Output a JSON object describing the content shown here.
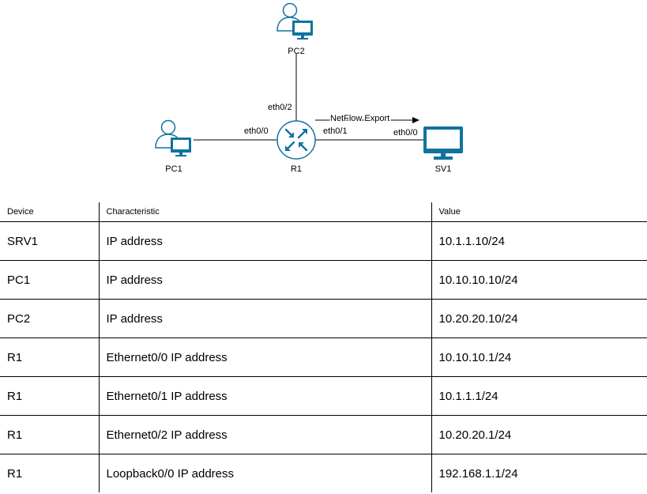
{
  "diagram": {
    "nodes": {
      "pc1": {
        "label": "PC1",
        "icon": "user-workstation-icon"
      },
      "pc2": {
        "label": "PC2",
        "icon": "user-workstation-icon"
      },
      "r1": {
        "label": "R1",
        "icon": "router-icon"
      },
      "sv1": {
        "label": "SV1",
        "icon": "monitor-icon"
      }
    },
    "links": {
      "pc1_r1": {
        "r1_port": "eth0/0"
      },
      "pc2_r1": {
        "r1_port": "eth0/2"
      },
      "r1_sv1": {
        "r1_port": "eth0/1",
        "sv1_port": "eth0/0"
      }
    },
    "flow": {
      "label": "NetFlow Export"
    },
    "colors": {
      "icon_stroke": "#10739e",
      "icon_fill": "#10739e",
      "line": "#000000"
    }
  },
  "table": {
    "headers": [
      "Device",
      "Characteristic",
      "Value"
    ],
    "rows": [
      [
        "SRV1",
        "IP address",
        "10.1.1.10/24"
      ],
      [
        "PC1",
        "IP address",
        "10.10.10.10/24"
      ],
      [
        "PC2",
        "IP address",
        "10.20.20.10/24"
      ],
      [
        "R1",
        "Ethernet0/0 IP address",
        "10.10.10.1/24"
      ],
      [
        "R1",
        "Ethernet0/1 IP address",
        "10.1.1.1/24"
      ],
      [
        "R1",
        "Ethernet0/2 IP address",
        "10.20.20.1/24"
      ],
      [
        "R1",
        "Loopback0/0 IP address",
        "192.168.1.1/24"
      ]
    ]
  }
}
